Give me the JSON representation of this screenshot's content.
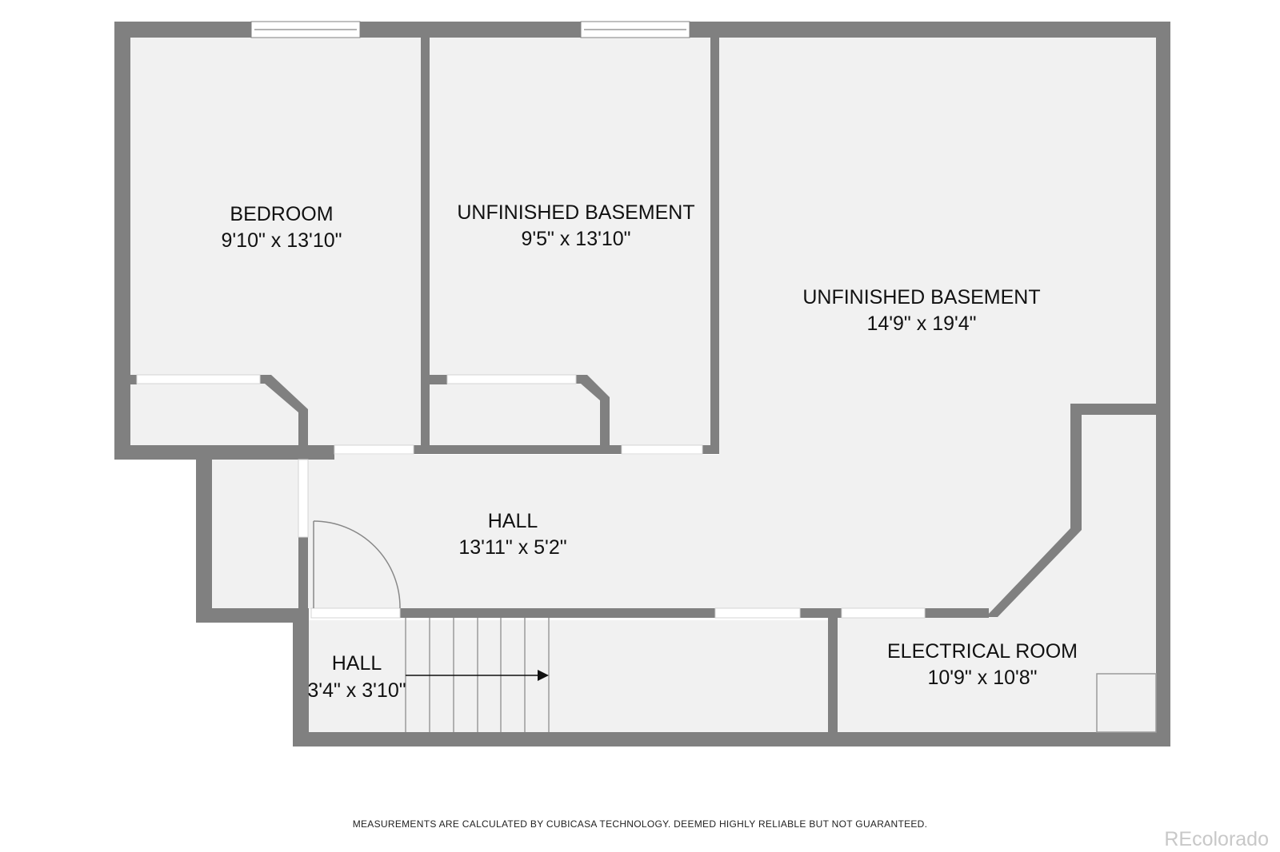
{
  "colors": {
    "wall": "#808080",
    "floor": "#f1f1f1",
    "opening": "#ffffff",
    "stair_line": "#9a9a9a",
    "text": "#111111",
    "watermark": "#c8c8c8"
  },
  "rooms": {
    "bedroom": {
      "name": "BEDROOM",
      "size": "9'10\" x 13'10\""
    },
    "unfinished_basement_1": {
      "name": "UNFINISHED BASEMENT",
      "size": "9'5\" x 13'10\""
    },
    "unfinished_basement_2": {
      "name": "UNFINISHED BASEMENT",
      "size": "14'9\" x 19'4\""
    },
    "hall_main": {
      "name": "HALL",
      "size": "13'11\" x 5'2\""
    },
    "hall_small": {
      "name": "HALL",
      "size": "3'4\" x 3'10\""
    },
    "electrical_room": {
      "name": "ELECTRICAL ROOM",
      "size": "10'9\" x 10'8\""
    }
  },
  "footer": {
    "disclaimer": "MEASUREMENTS ARE CALCULATED BY CUBICASA TECHNOLOGY. DEEMED HIGHLY RELIABLE BUT NOT GUARANTEED.",
    "watermark": "REcolorado"
  }
}
